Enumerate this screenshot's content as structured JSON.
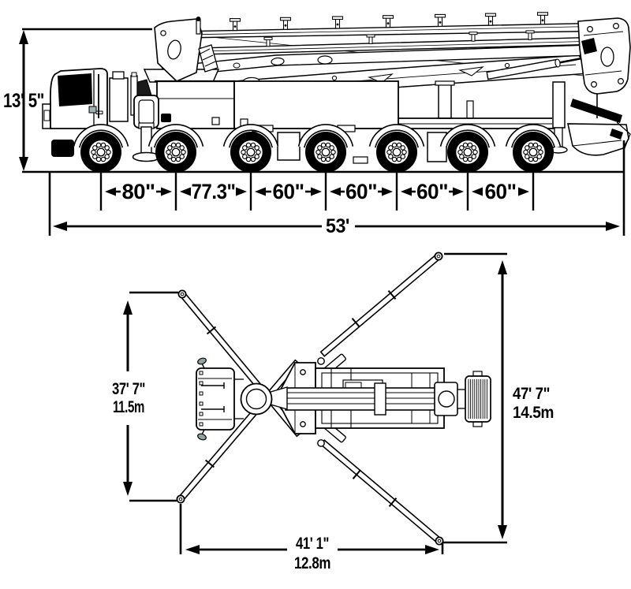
{
  "diagram": {
    "side_view": {
      "height": "13' 5\"",
      "axle_spacings": [
        "80\"",
        "77.3\"",
        "60\"",
        "60\"",
        "60\"",
        "60\""
      ],
      "overall_length": "53'"
    },
    "top_view": {
      "left_spread": {
        "imperial": "37' 7\"",
        "metric": "11.5m"
      },
      "right_spread": {
        "imperial": "47' 7\"",
        "metric": "14.5m"
      },
      "bottom_length": {
        "imperial": "41' 1\"",
        "metric": "12.8m"
      }
    },
    "colors": {
      "line": "#000000",
      "background": "#ffffff",
      "mirror_gray": "#8fa3a3"
    }
  }
}
